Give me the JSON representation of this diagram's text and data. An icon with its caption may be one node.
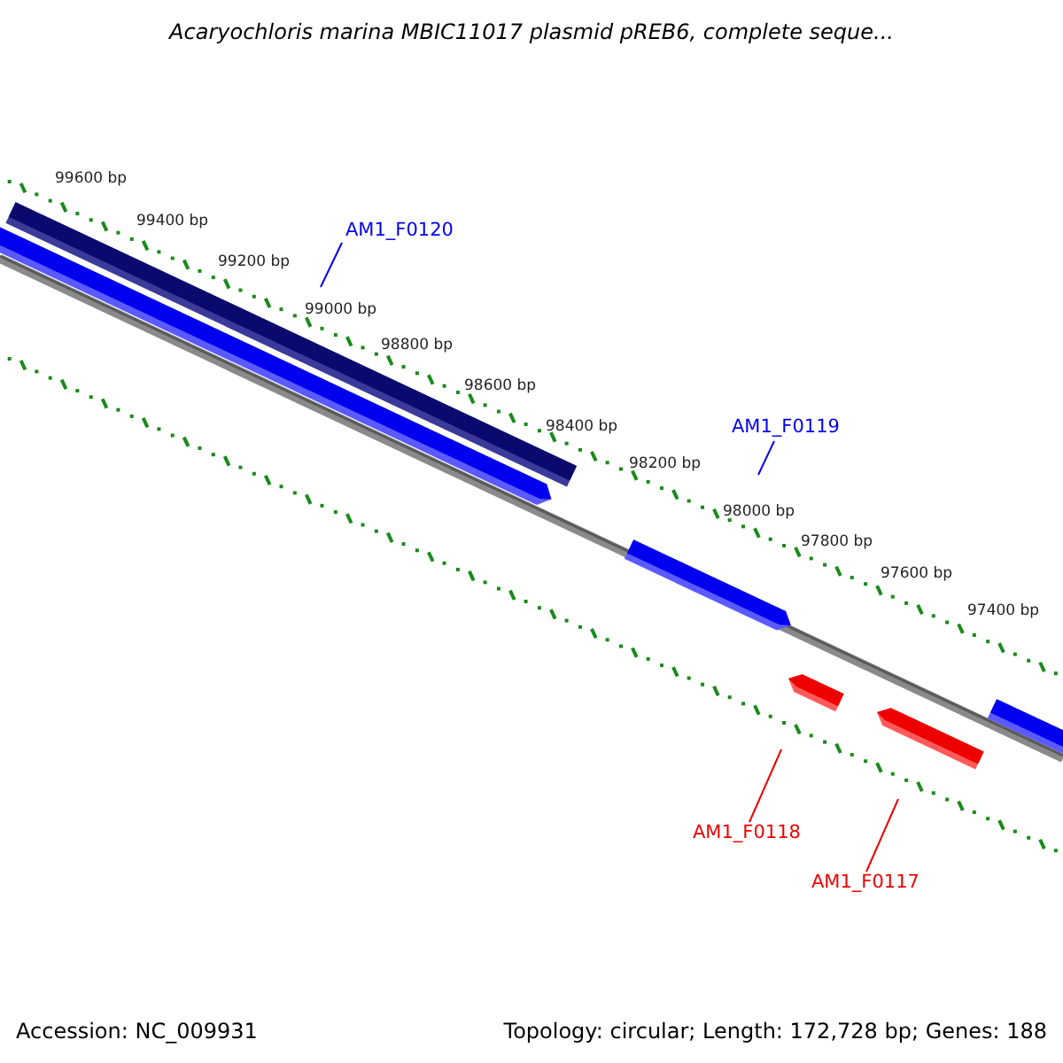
{
  "diagram": {
    "title": "Acaryochloris marina MBIC11017 plasmid pREB6, complete seque...",
    "nodes": [
      {
        "text": [
          "AM1_F0120"
        ]
      },
      {
        "text": [
          "AM1_F0119"
        ]
      },
      {
        "text": [
          "AM1_F0118"
        ]
      },
      {
        "text": [
          "AM1_F0117"
        ]
      }
    ],
    "edges": [
      {
        "from": 0,
        "to": null,
        "arrow": "none",
        "color": "#0000ee"
      },
      {
        "from": 1,
        "to": null,
        "arrow": "none",
        "color": "#0000ee"
      },
      {
        "from": 2,
        "to": null,
        "arrow": "none",
        "color": "#ee0000"
      },
      {
        "from": 3,
        "to": null,
        "arrow": "none",
        "color": "#ee0000"
      }
    ],
    "labels": [
      "99600 bp",
      "99400 bp",
      "99200 bp",
      "99000 bp",
      "98800 bp",
      "98600 bp",
      "98400 bp",
      "98200 bp",
      "98000 bp",
      "97800 bp",
      "97600 bp",
      "97400 bp",
      "Accession: NC_009931",
      "Topology: circular; Length: 172,728 bp; Genes: 188"
    ]
  }
}
